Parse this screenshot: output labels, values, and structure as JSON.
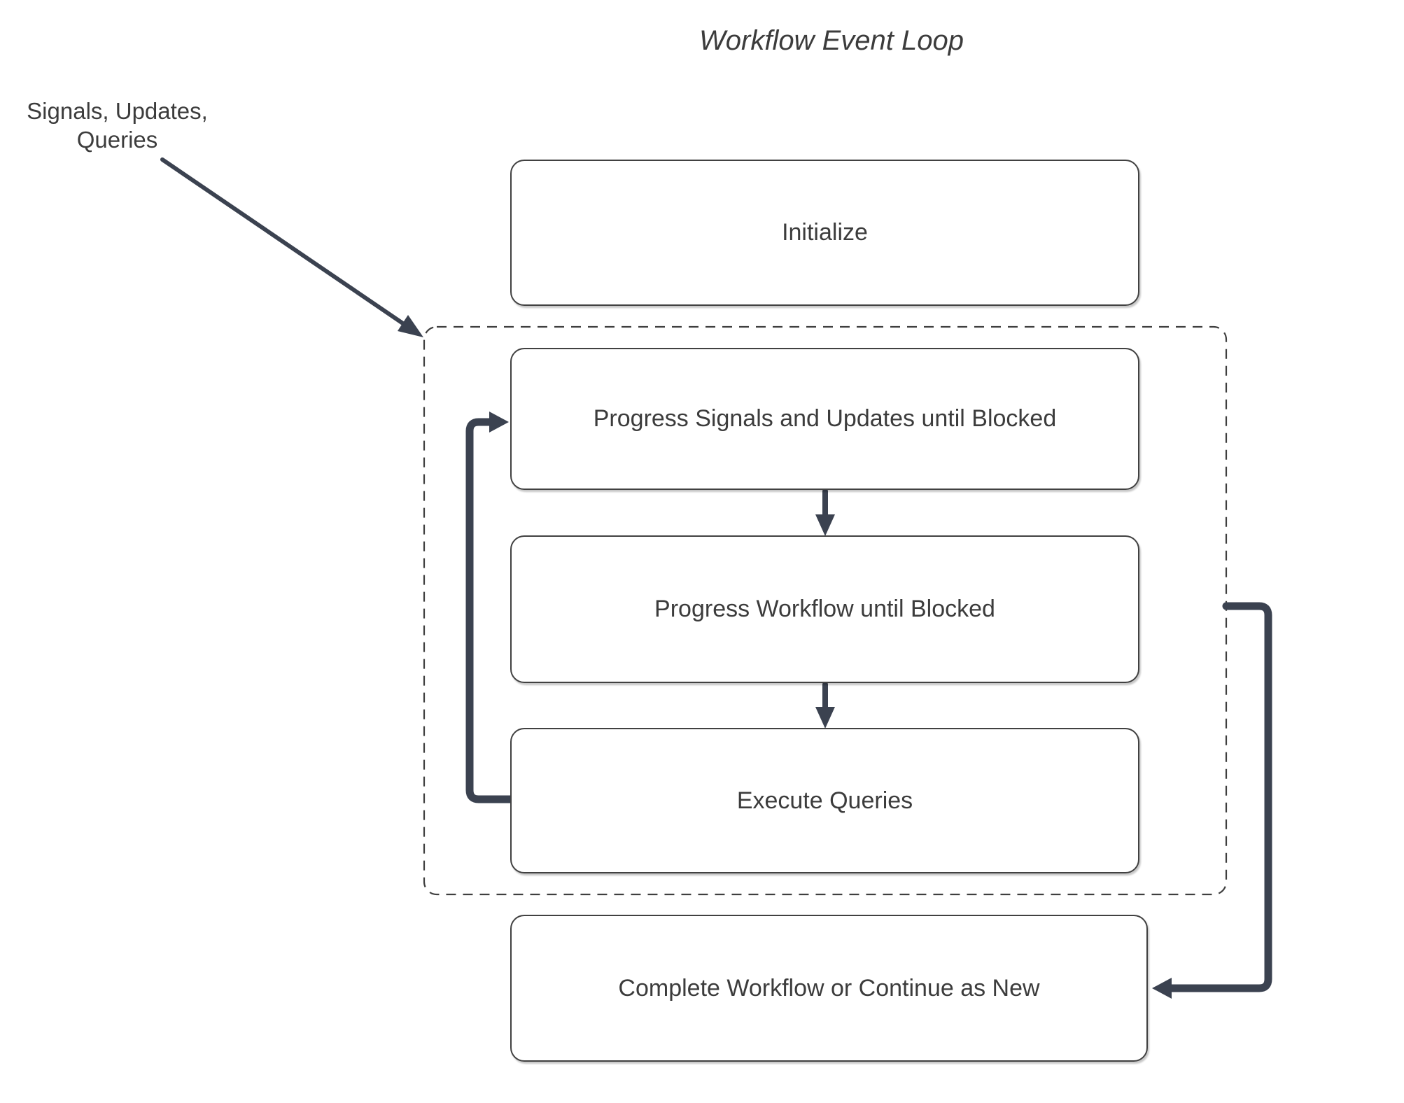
{
  "title": "Workflow Event Loop",
  "annotation": {
    "line1": "Signals, Updates,",
    "line2": "Queries"
  },
  "nodes": {
    "initialize": {
      "label": "Initialize"
    },
    "progress_signals": {
      "label": "Progress Signals and Updates until Blocked"
    },
    "progress_workflow": {
      "label": "Progress Workflow until Blocked"
    },
    "execute_queries": {
      "label": "Execute Queries"
    },
    "complete": {
      "label": "Complete Workflow or Continue as New"
    }
  },
  "connectors": {
    "signals_input": "annotation arrow into event loop container",
    "initialize_flow": "progress signals to progress workflow",
    "workflow_flow": "progress workflow to execute queries",
    "loop_back": "execute queries back to progress signals",
    "exit_loop": "event loop to complete workflow"
  },
  "colors": {
    "arrow": "#3b4250",
    "box_border": "#414141",
    "text": "#3c3c3c",
    "dashed_border": "#3f3f3f",
    "background": "#ffffff"
  }
}
